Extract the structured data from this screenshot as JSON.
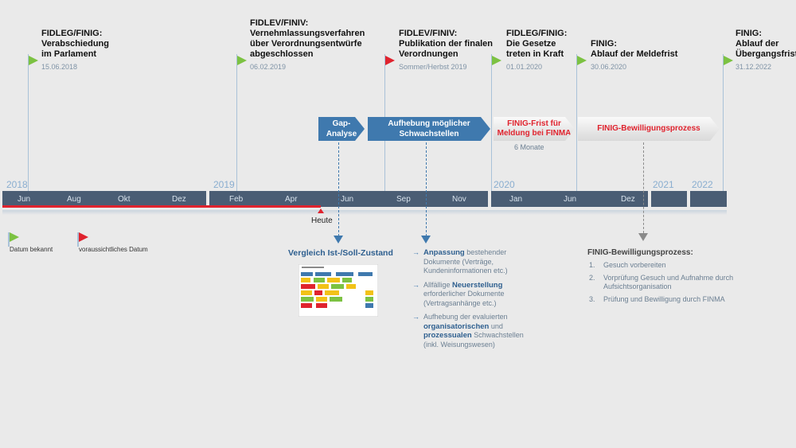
{
  "milestones": [
    {
      "title": "FIDLEG/FINIG:\nVerabschiedung\nim Parlament",
      "date": "15.06.2018",
      "flag": "green"
    },
    {
      "title": "FIDLEV/FINIV:\nVernehmlassungsverfahren\nüber Verordnungsentwürfe\nabgeschlossen",
      "date": "06.02.2019",
      "flag": "green"
    },
    {
      "title": "FIDLEV/FINIV:\nPublikation der finalen\nVerordnungen",
      "date": "Sommer/Herbst 2019",
      "flag": "red"
    },
    {
      "title": "FIDLEG/FINIG:\nDie Gesetze\ntreten in Kraft",
      "date": "01.01.2020",
      "flag": "green"
    },
    {
      "title": "FINIG:\nAblauf der Meldefrist",
      "date": "30.06.2020",
      "flag": "green"
    },
    {
      "title": "FINIG:\nAblauf der\nÜbergangsfrist",
      "date": "31.12.2022",
      "flag": "green"
    }
  ],
  "years": [
    "2018",
    "2019",
    "2020",
    "2021",
    "2022"
  ],
  "months": [
    "Jun",
    "Aug",
    "Okt",
    "Dez",
    "Feb",
    "Apr",
    "Jun",
    "Sep",
    "Nov",
    "Jan",
    "Jun",
    "Dez"
  ],
  "today_label": "Heute",
  "phases": [
    {
      "label": "Gap-\nAnalyse"
    },
    {
      "label": "Aufhebung möglicher\nSchwachstellen"
    },
    {
      "label": "FINIG-Frist für\nMeldung bei FINMA",
      "note": "6 Monate"
    },
    {
      "label": "FINIG-Bewilligungsprozess"
    }
  ],
  "legend": {
    "known": "Datum bekannt",
    "expected": "voraussichtliches Datum"
  },
  "gap": {
    "heading": "Vergleich Ist-/Soll-Zustand"
  },
  "measures": [
    {
      "hl": "Anpassung",
      "rest": " bestehender Dokumente (Verträge, Kundeninformationen etc.)"
    },
    {
      "pre": "Allfällige ",
      "hl": "Neuerstellung",
      "rest": " erforderlicher Dokumente (Vertragsanhänge etc.)"
    },
    {
      "pre": "Aufhebung der evaluierten ",
      "hl": "organisatorischen",
      "mid": " und ",
      "hl2": "prozessualen",
      "rest": " Schwachstellen (inkl. Weisungswesen)"
    }
  ],
  "process": {
    "heading": "FINIG-Bewilligungsprozess:",
    "steps": [
      {
        "num": "1.",
        "text": "Gesuch vorbereiten"
      },
      {
        "num": "2.",
        "text": "Vorprüfung Gesuch und Aufnahme durch Aufsichtsorganisation"
      },
      {
        "num": "3.",
        "text": "Prüfung und Bewilligung durch FINMA"
      }
    ]
  },
  "colors": {
    "accent": "#3f79ae",
    "known": "#7cc242",
    "expected": "#e0232e",
    "bar": "#4a5d74"
  }
}
